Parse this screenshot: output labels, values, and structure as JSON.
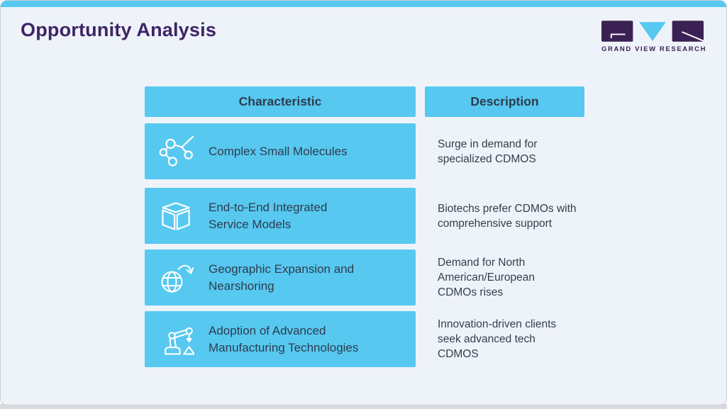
{
  "slide": {
    "title": "Opportunity Analysis",
    "logo": {
      "brand": "GRAND VIEW RESEARCH"
    },
    "table": {
      "headers": [
        {
          "label": "Characteristic"
        },
        {
          "label": "Description"
        }
      ],
      "rows": [
        {
          "icon": "molecule-icon",
          "characteristic": "Complex Small Molecules",
          "description": "Surge in demand for\nspecialized CDMOS"
        },
        {
          "icon": "cube-icon",
          "characteristic": "End-to-End Integrated\nService Models",
          "description": "Biotechs prefer CDMOs with\ncomprehensive support"
        },
        {
          "icon": "globe-expansion-icon",
          "characteristic": "Geographic Expansion and\nNearshoring",
          "description": "Demand for North\nAmerican/European\nCDMOs rises"
        },
        {
          "icon": "robot-arm-icon",
          "characteristic": "Adoption of Advanced\nManufacturing Technologies",
          "description": "Innovation-driven clients\nseek advanced tech\nCDMOS"
        }
      ]
    },
    "colors": {
      "accent_blue": "#57c8f0",
      "brand_purple": "#3b2153",
      "background": "#eef3fa",
      "text_dark": "#2e3c4d"
    }
  }
}
